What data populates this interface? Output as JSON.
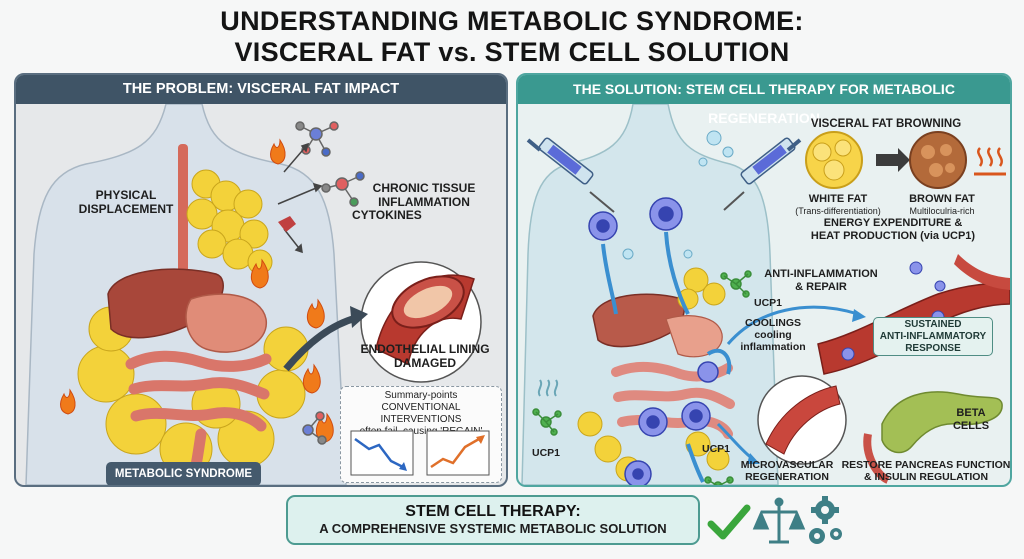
{
  "title": {
    "line1": "UNDERSTANDING METABOLIC SYNDROME:",
    "line2": "VISCERAL FAT vs. STEM CELL SOLUTION"
  },
  "left_panel": {
    "header": "THE PROBLEM: VISCERAL FAT IMPACT",
    "labels": {
      "physical_displacement": "PHYSICAL\nDISPLACEMENT",
      "cytokines": "CYTOKINES",
      "chronic_inflammation": "CHRONIC TISSUE\nINFLAMMATION",
      "endothelial": "ENDOTHELIAL LINING\nDAMAGED"
    },
    "summary": {
      "line1": "Summary-points",
      "line2": "CONVENTIONAL INTERVENTIONS",
      "line3": "often fail, causing 'REGAIN'"
    },
    "badge": "METABOLIC SYNDROME"
  },
  "right_panel": {
    "header": "THE SOLUTION: STEM CELL THERAPY FOR METABOLIC REGENERATION",
    "browning": {
      "title": "VISCERAL FAT BROWNING",
      "white": "WHITE FAT",
      "white_sub": "(Trans-differentiation)",
      "brown": "BROWN FAT",
      "brown_sub": "Multiloculria-rich",
      "energy": "ENERGY EXPENDITURE &\nHEAT PRODUCTION (via UCP1)"
    },
    "ucp1_top": "UCP1",
    "ucp1_left": "UCP1",
    "ucp1_bottom": "UCP1",
    "anti_inflammation": "ANTI-INFLAMMATION\n& REPAIR",
    "coolings": "COOLINGS\ncooling\ninflammation",
    "response": "SUSTAINED\nANTI-INFLAMMATORY\nRESPONSE",
    "beta_cells": "BETA\nCELLS",
    "microvascular": "MICROVASCULAR\nREGENERATION",
    "pancreas": "RESTORE PANCREAS FUNCTION\n& INSULIN REGULATION"
  },
  "bottom": {
    "line1": "STEM CELL THERAPY:",
    "line2": "A COMPREHENSIVE SYSTEMIC METABOLIC SOLUTION"
  },
  "colors": {
    "problem_header": "#3f5466",
    "solution_header": "#3a9990",
    "fat": "#f3d23a",
    "organ": "#d87e6c",
    "stem_cell": "#6a73e0",
    "check": "#3aa63c"
  },
  "icons": [
    "checkmark-icon",
    "scales-icon",
    "gears-icon",
    "fire-icon",
    "syringe-icon"
  ]
}
